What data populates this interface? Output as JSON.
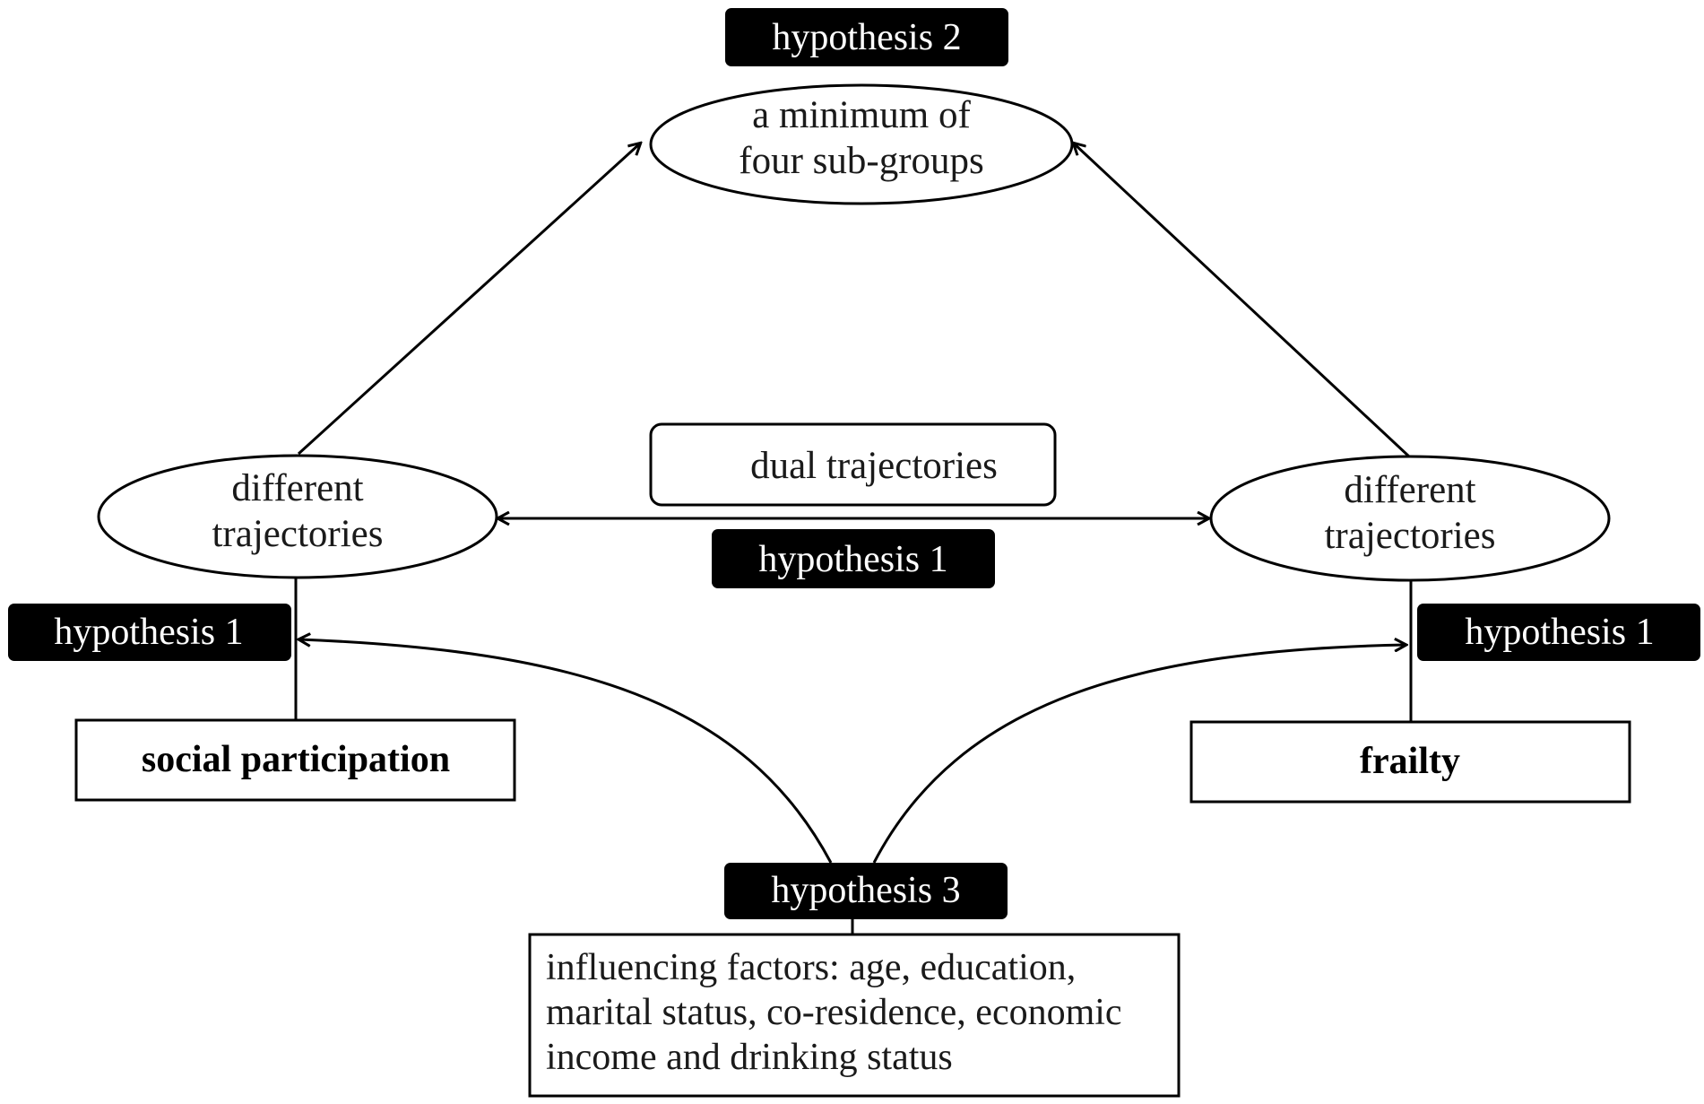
{
  "labels": {
    "hypothesis_top": "hypothesis 2",
    "hypothesis_mid": "hypothesis 1",
    "hypothesis_left": "hypothesis 1",
    "hypothesis_right": "hypothesis 1",
    "hypothesis_bottom": "hypothesis 3"
  },
  "nodes": {
    "top_ellipse": {
      "line1": "a minimum of",
      "line2": "four sub-groups"
    },
    "left_ellipse": {
      "line1": "different",
      "line2": "trajectories"
    },
    "right_ellipse": {
      "line1": "different",
      "line2": "trajectories"
    },
    "dual_box": "dual trajectories",
    "social_box": "social participation",
    "frailty_box": "frailty",
    "factors_box": {
      "line1": "influencing factors: age, education,",
      "line2": "marital status, co-residence, economic",
      "line3": "income and drinking status"
    }
  },
  "colors": {
    "label_bg": "#000000",
    "label_text": "#ffffff",
    "line": "#000000"
  }
}
